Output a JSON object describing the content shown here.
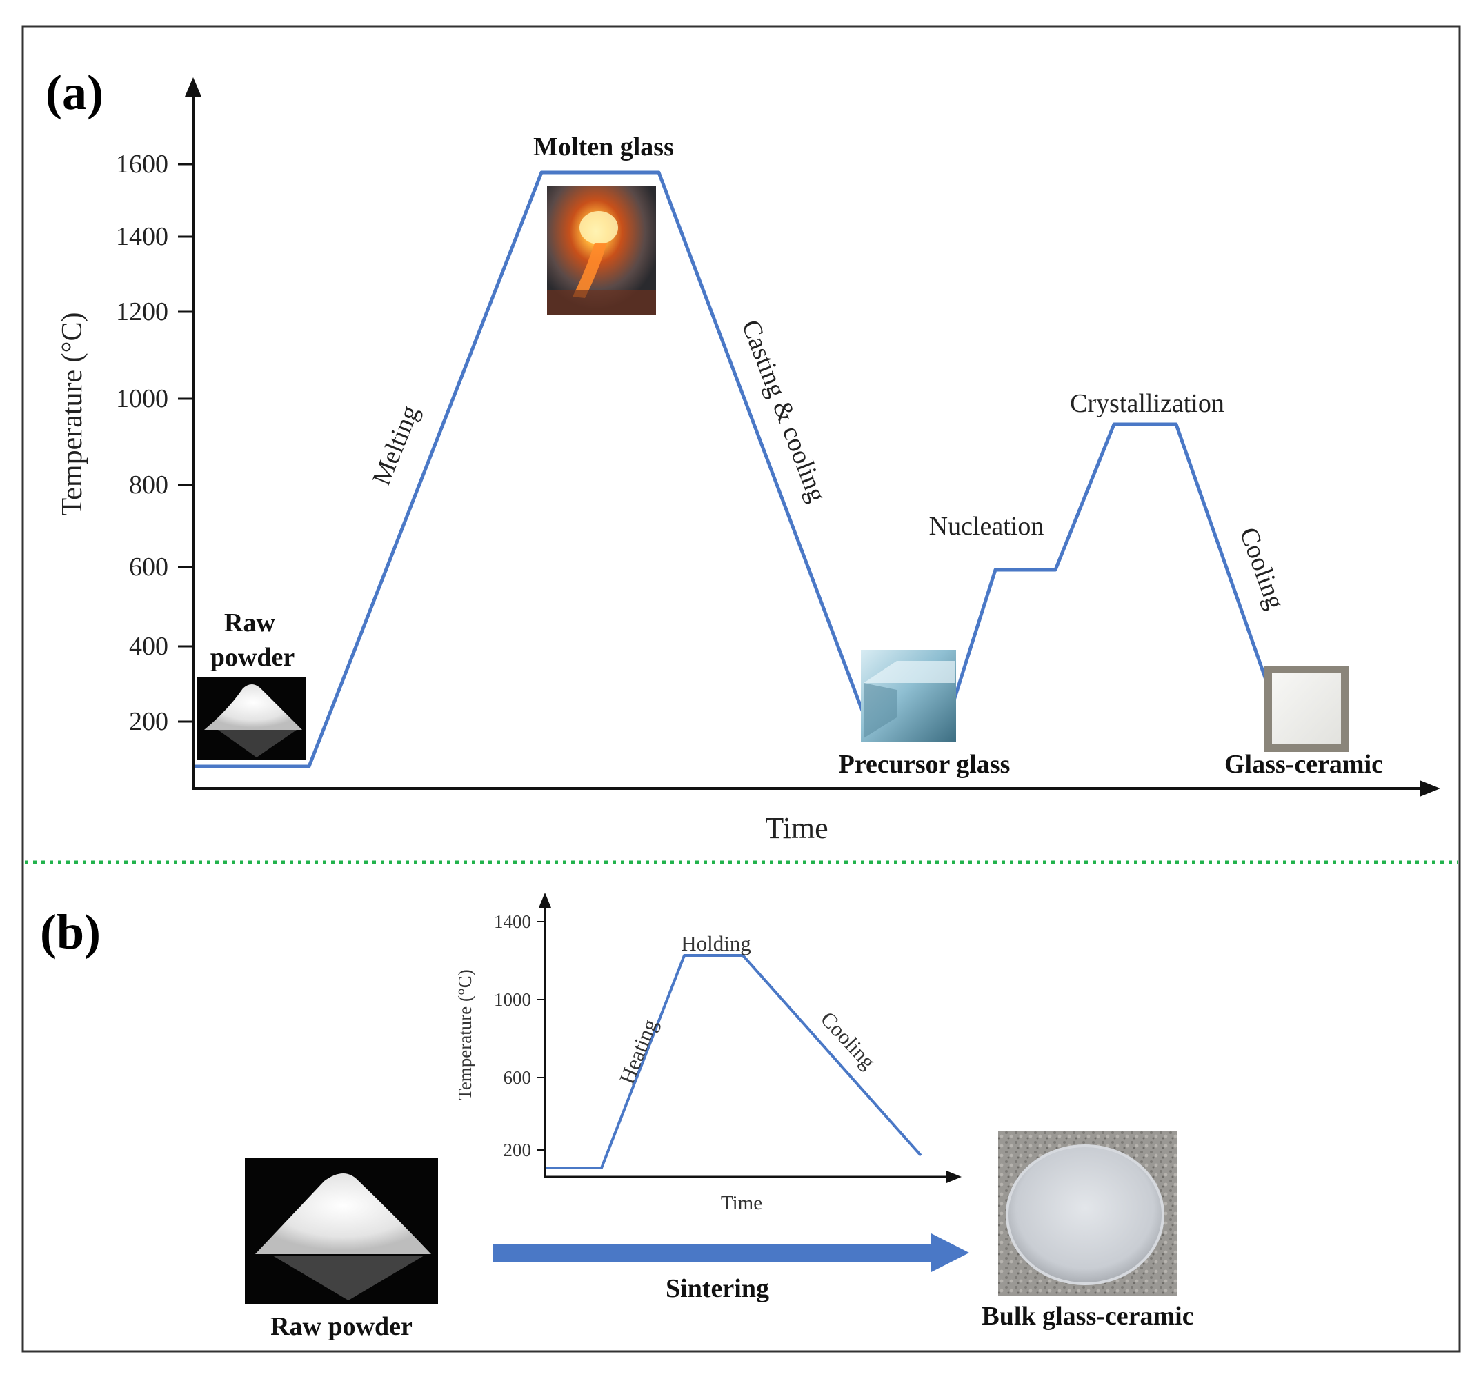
{
  "panel_a": {
    "label": "(a)",
    "ylabel": "Temperature (°C)",
    "xlabel": "Time",
    "yticks": [
      "1600",
      "1400",
      "1200",
      "1000",
      "800",
      "600",
      "400",
      "200"
    ],
    "stages": {
      "melting": "Melting",
      "casting": "Casting & cooling",
      "nucleation": "Nucleation",
      "crystallization": "Crystallization",
      "cooling": "Cooling"
    },
    "products": {
      "raw_powder_line1": "Raw",
      "raw_powder_line2": "powder",
      "molten_glass": "Molten glass",
      "precursor_glass": "Precursor glass",
      "glass_ceramic": "Glass-ceramic"
    },
    "line_color": "#4a78c6"
  },
  "panel_b": {
    "label": "(b)",
    "ylabel": "Temperature (°C)",
    "xlabel": "Time",
    "yticks": [
      "1400",
      "1000",
      "600",
      "200"
    ],
    "stages": {
      "heating": "Heating",
      "holding": "Holding",
      "cooling": "Cooling"
    },
    "raw_powder": "Raw powder",
    "process": "Sintering",
    "product": "Bulk glass-ceramic",
    "arrow_color": "#4a78c6"
  },
  "colors": {
    "divider": "#22b24c",
    "frame": "#333333"
  }
}
